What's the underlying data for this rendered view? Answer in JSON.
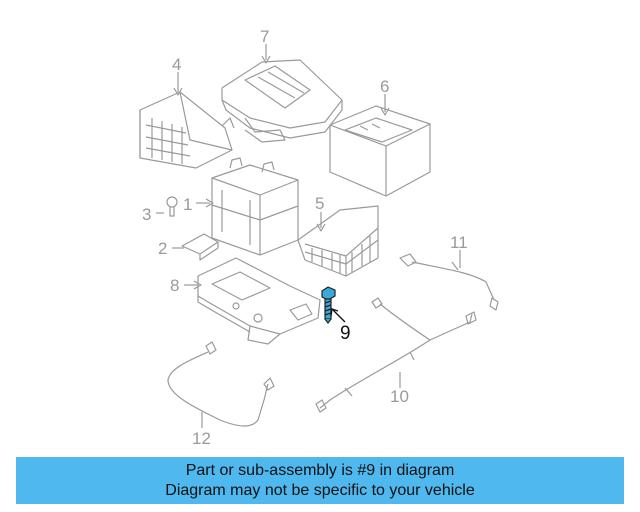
{
  "diagram": {
    "callouts": {
      "c1": "1",
      "c2": "2",
      "c3": "3",
      "c4": "4",
      "c5": "5",
      "c6": "6",
      "c7": "7",
      "c8": "8",
      "c9": "9",
      "c10": "10",
      "c11": "11",
      "c12": "12"
    },
    "highlight_color": "#3aa8d8",
    "line_color": "#9a9a9a"
  },
  "banner": {
    "line1": "Part or sub-assembly is #9 in diagram",
    "line2": "Diagram may not be specific to your vehicle",
    "background": "#4fb8ee"
  }
}
